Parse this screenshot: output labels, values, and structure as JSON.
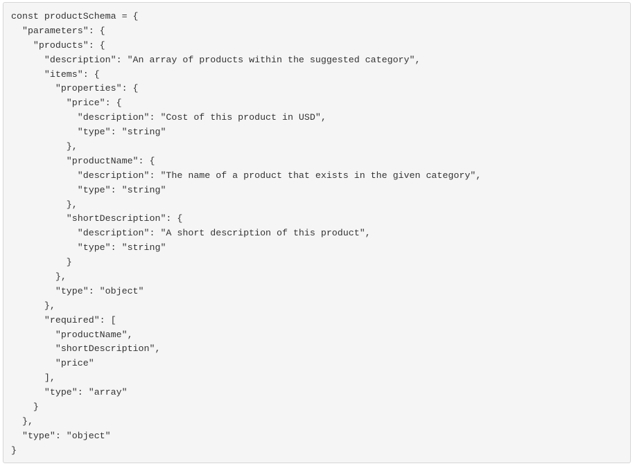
{
  "code": {
    "lines": [
      "const productSchema = {",
      "  \"parameters\": {",
      "    \"products\": {",
      "      \"description\": \"An array of products within the suggested category\",",
      "      \"items\": {",
      "        \"properties\": {",
      "          \"price\": {",
      "            \"description\": \"Cost of this product in USD\",",
      "            \"type\": \"string\"",
      "          },",
      "          \"productName\": {",
      "            \"description\": \"The name of a product that exists in the given category\",",
      "            \"type\": \"string\"",
      "          },",
      "          \"shortDescription\": {",
      "            \"description\": \"A short description of this product\",",
      "            \"type\": \"string\"",
      "          }",
      "        },",
      "        \"type\": \"object\"",
      "      },",
      "      \"required\": [",
      "        \"productName\",",
      "        \"shortDescription\",",
      "        \"price\"",
      "      ],",
      "      \"type\": \"array\"",
      "    }",
      "  },",
      "  \"type\": \"object\"",
      "}"
    ]
  }
}
